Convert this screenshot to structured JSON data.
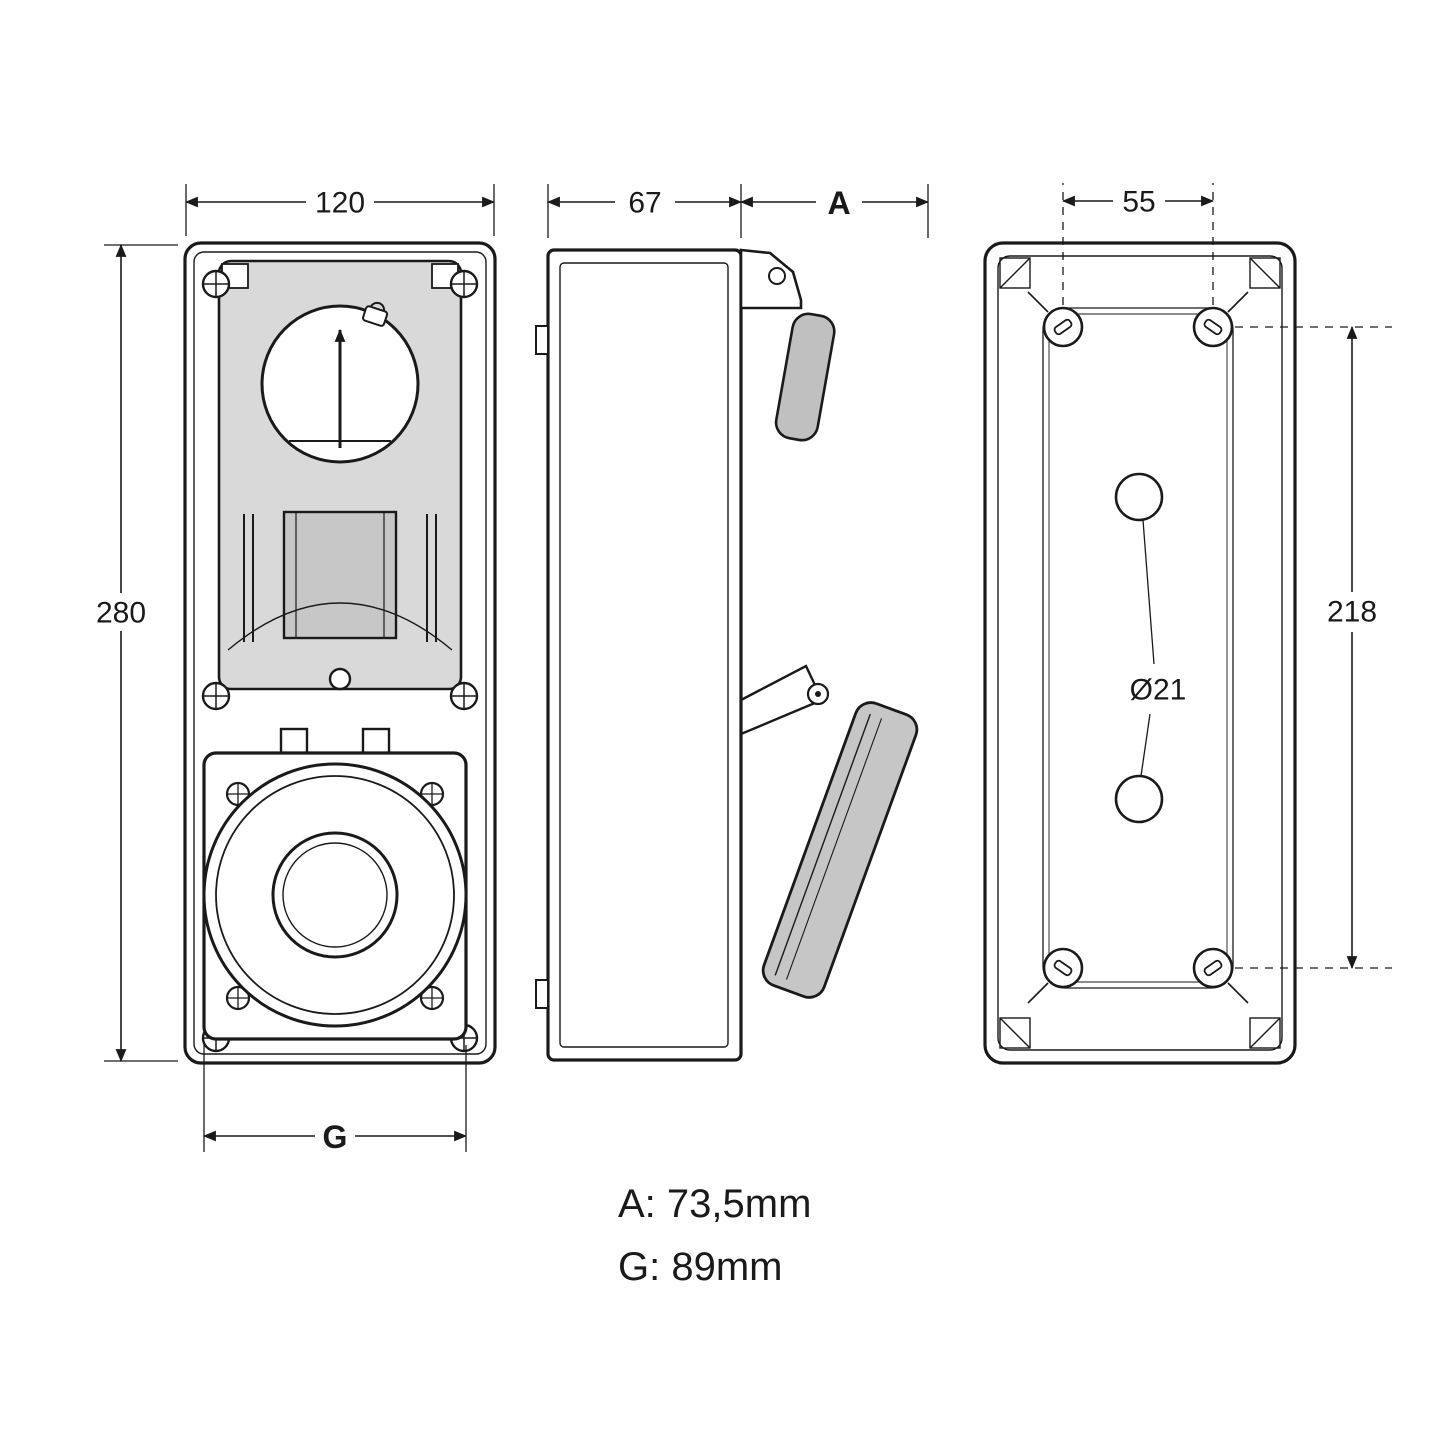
{
  "diagram": {
    "type": "technical-drawing",
    "views": {
      "front": {
        "width_label": "120",
        "height_label": "280",
        "socket_width_label": "G"
      },
      "side": {
        "depth_label": "67",
        "protrusion_label": "A"
      },
      "back": {
        "hole_spacing_horizontal_label": "55",
        "hole_spacing_vertical_label": "218",
        "hole_diameter_label": "Ø21"
      }
    },
    "legend": {
      "line1": "A: 73,5mm",
      "line2": "G: 89mm"
    }
  }
}
